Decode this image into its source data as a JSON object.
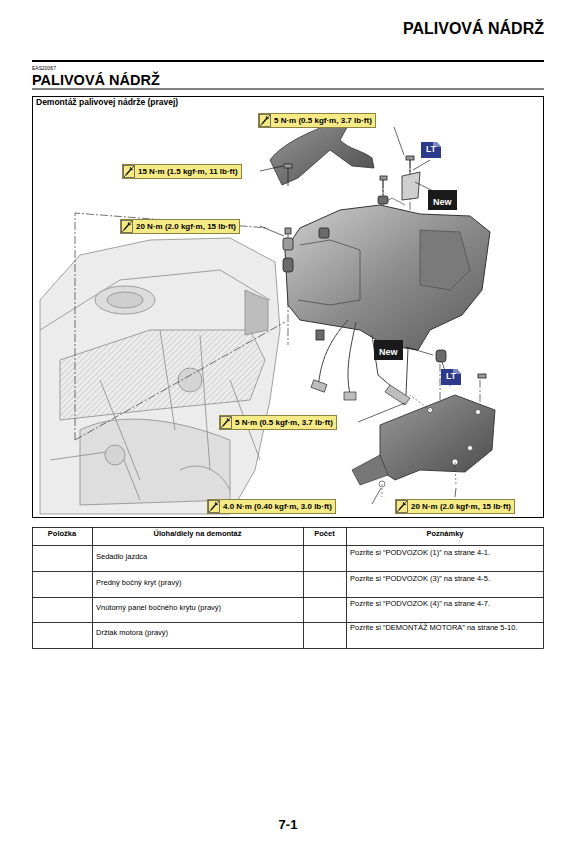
{
  "diagram": {
    "title": "PALIVOVÁ NÁDRŽ",
    "nodes": [
      {
        "text": [
          "5 N·m (0.5 kgf·m, 3.7 lb·ft)"
        ]
      },
      {
        "text": [
          "LT"
        ]
      },
      {
        "text": [
          "15 N·m (1.5 kgf·m, 11 lb·ft)"
        ]
      },
      {
        "text": [
          "New"
        ]
      },
      {
        "text": [
          "20 N·m (2.0 kgf·m, 15 lb·ft)"
        ]
      },
      {
        "text": [
          "New"
        ]
      },
      {
        "text": [
          "LT"
        ]
      },
      {
        "text": [
          "5 N·m (0.5 kgf·m, 3.7 lb·ft)"
        ]
      },
      {
        "text": [
          "4.0 N·m (0.40 kgf·m, 3.0 lb·ft)"
        ]
      },
      {
        "text": [
          "20 N·m (2.0 kgf·m, 15 lb·ft)"
        ]
      }
    ],
    "labels": [
      "EAS20067",
      "PALIVOVÁ NÁDRŽ",
      "Demontáž palivovej nádrže (pravej)",
      "Položka",
      "Úloha/diely na demontáž",
      "Počet",
      "Poznámky",
      "Sedadlo jazdca",
      "Pozrite si “PODVOZOK (1)” na strane 4-1.",
      "Predný bočný kryt (pravý)",
      "Pozrite si “PODVOZOK (3)” na strane 4-5.",
      "Vnútorný panel bočného krytu (pravý)",
      "Pozrite si “PODVOZOK (4)” na strane 4-7.",
      "Držiak motora (pravý)",
      "Pozrite si “DEMONTÁŽ MOTORA” na strane 5-10.",
      "7-1"
    ]
  }
}
